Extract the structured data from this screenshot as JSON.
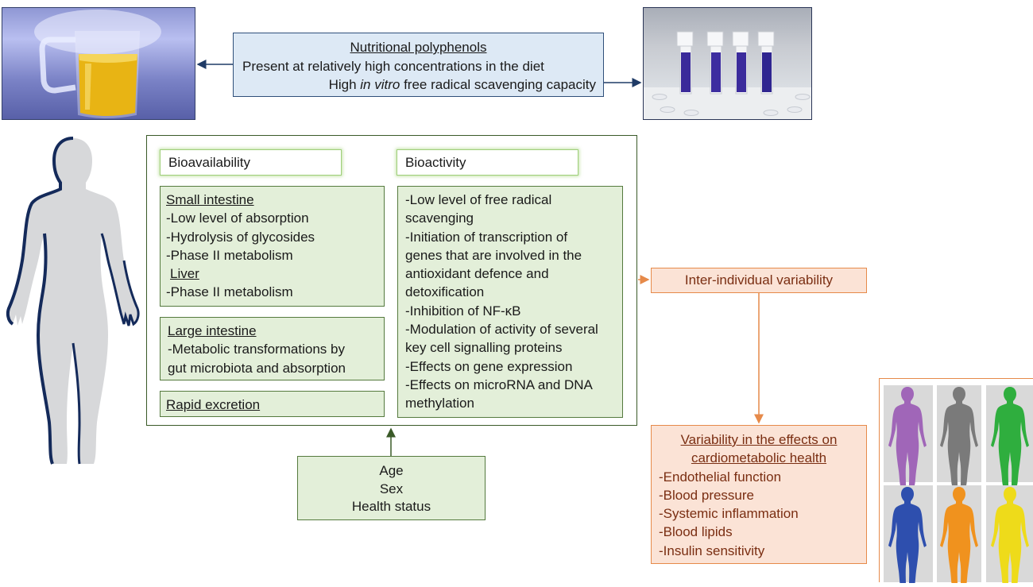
{
  "polyphenols": {
    "title": "Nutritional polyphenols",
    "line1": "Present at relatively high concentrations in the diet",
    "line2_pre": "High ",
    "line2_italic": "in vitro",
    "line2_post": " free radical scavenging capacity"
  },
  "bioavailability": {
    "header": "Bioavailability",
    "small_intestine": {
      "title": "Small intestine",
      "items": [
        "-Low level of absorption",
        "-Hydrolysis of glycosides",
        "-Phase II metabolism"
      ]
    },
    "liver": {
      "title": "Liver",
      "items": [
        "-Phase II metabolism"
      ]
    },
    "large_intestine": {
      "title": "Large intestine",
      "lines": [
        "-Metabolic transformations by",
        "gut microbiota and absorption"
      ]
    },
    "excretion": "Rapid excretion"
  },
  "bioactivity": {
    "header": "Bioactivity",
    "lines": [
      "-Low level of free radical",
      "scavenging",
      "-Initiation of transcription of",
      "genes that are involved in the",
      "antioxidant defence and",
      "detoxification",
      "-Inhibition of NF-κB",
      "-Modulation of activity of several",
      "key cell signalling proteins",
      "-Effects on gene expression",
      "-Effects on microRNA and DNA",
      "methylation"
    ]
  },
  "factors": [
    "Age",
    "Sex",
    "Health status"
  ],
  "inter_individual": "Inter-individual variability",
  "variability": {
    "title_line1": "Variability in the effects on",
    "title_line2": "cardiometabolic health",
    "items": [
      "-Endothelial function",
      "-Blood pressure",
      "-Systemic inflammation",
      "-Blood lipids",
      "-Insulin sensitivity"
    ]
  },
  "colors": {
    "top_box_fill": "#dde9f5",
    "green_fill": "#e3efd9",
    "orange_fill": "#fbe3d6",
    "orange_accent": "#e68a4a",
    "navy_arrow": "#1f3b66",
    "green_arrow": "#3a5a28"
  },
  "figures": [
    "purple",
    "gray",
    "green",
    "blue",
    "orange",
    "yellow"
  ]
}
